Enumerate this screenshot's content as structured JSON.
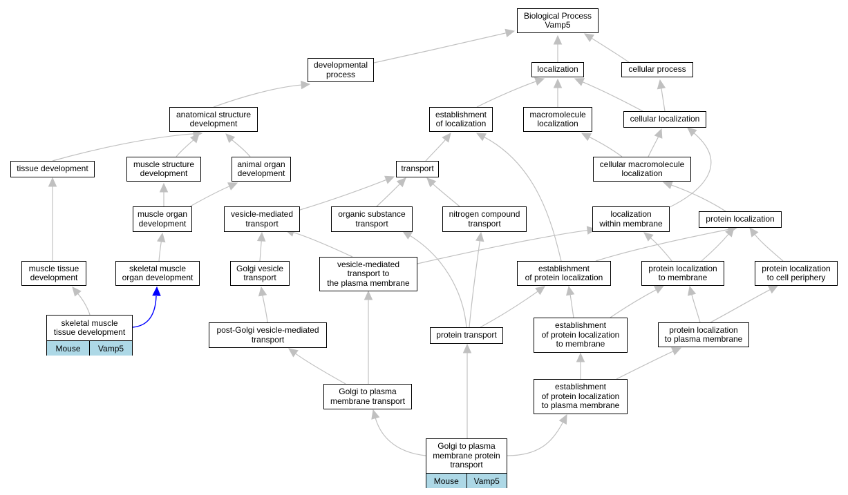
{
  "graph": {
    "nodes": [
      {
        "id": "bp",
        "label": "Biological Process\nVamp5"
      },
      {
        "id": "devproc",
        "label": "developmental\nprocess"
      },
      {
        "id": "loc",
        "label": "localization"
      },
      {
        "id": "cellproc",
        "label": "cellular process"
      },
      {
        "id": "anat",
        "label": "anatomical structure\ndevelopment"
      },
      {
        "id": "estloc",
        "label": "establishment\nof localization"
      },
      {
        "id": "macroloc",
        "label": "macromolecule\nlocalization"
      },
      {
        "id": "cellloc",
        "label": "cellular localization"
      },
      {
        "id": "tissuedev",
        "label": "tissue development"
      },
      {
        "id": "muscstruct",
        "label": "muscle structure\ndevelopment"
      },
      {
        "id": "animorgan",
        "label": "animal organ\ndevelopment"
      },
      {
        "id": "transport",
        "label": "transport"
      },
      {
        "id": "cellmacroloc",
        "label": "cellular macromolecule\nlocalization"
      },
      {
        "id": "muscorgan",
        "label": "muscle organ\ndevelopment"
      },
      {
        "id": "vesmed",
        "label": "vesicle-mediated\ntransport"
      },
      {
        "id": "orgsub",
        "label": "organic substance\ntransport"
      },
      {
        "id": "nitro",
        "label": "nitrogen compound\ntransport"
      },
      {
        "id": "locwithin",
        "label": "localization\nwithin membrane"
      },
      {
        "id": "protloc",
        "label": "protein localization"
      },
      {
        "id": "musctissue",
        "label": "muscle tissue\ndevelopment"
      },
      {
        "id": "skelorgan",
        "label": "skeletal muscle\norgan development"
      },
      {
        "id": "golgives",
        "label": "Golgi vesicle\ntransport"
      },
      {
        "id": "vesmedpm",
        "label": "vesicle-mediated\ntransport to\nthe plasma membrane"
      },
      {
        "id": "estprotloc",
        "label": "establishment\nof protein localization"
      },
      {
        "id": "protlocmem",
        "label": "protein localization\nto membrane"
      },
      {
        "id": "protlocperi",
        "label": "protein localization\nto cell periphery"
      },
      {
        "id": "postgolgi",
        "label": "post-Golgi vesicle-mediated\ntransport"
      },
      {
        "id": "prottrans",
        "label": "protein transport"
      },
      {
        "id": "estprotlocmem",
        "label": "establishment\nof protein localization\nto membrane"
      },
      {
        "id": "protlocpm",
        "label": "protein localization\nto plasma membrane"
      },
      {
        "id": "golgipm",
        "label": "Golgi to plasma\nmembrane transport"
      },
      {
        "id": "estprotlocpm",
        "label": "establishment\nof protein localization\nto plasma membrane"
      }
    ],
    "gene_nodes": [
      {
        "id": "skeltissue",
        "label": "skeletal muscle\ntissue development",
        "species": "Mouse",
        "gene": "Vamp5"
      },
      {
        "id": "golgipmprot",
        "label": "Golgi to plasma\nmembrane protein\ntransport",
        "species": "Mouse",
        "gene": "Vamp5"
      }
    ],
    "colors": {
      "edge": "#c0c0c0",
      "highlight_edge": "#0000ff",
      "gene_cell": "#add8e6",
      "border": "#000000"
    }
  }
}
